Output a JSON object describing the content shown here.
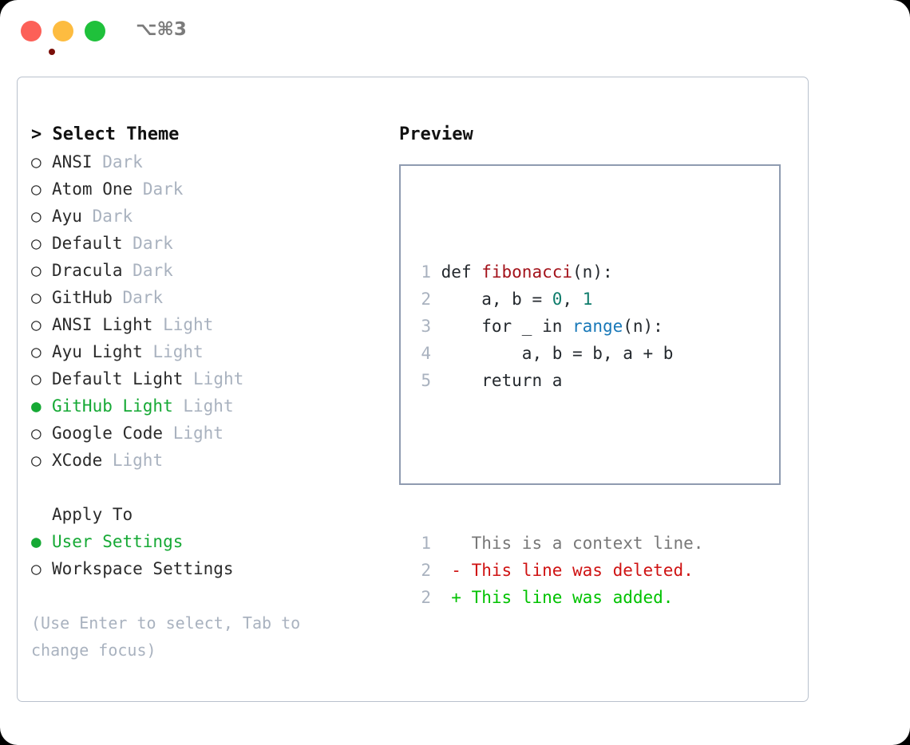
{
  "titlebar": {
    "shortcut": "⌥⌘3",
    "buttons": [
      "close",
      "minimize",
      "maximize"
    ]
  },
  "theme_panel": {
    "title": "> Select Theme",
    "items": [
      {
        "marker": "○",
        "label": "ANSI",
        "variant": "Dark",
        "selected": false
      },
      {
        "marker": "○",
        "label": "Atom One",
        "variant": "Dark",
        "selected": false
      },
      {
        "marker": "○",
        "label": "Ayu",
        "variant": "Dark",
        "selected": false
      },
      {
        "marker": "○",
        "label": "Default",
        "variant": "Dark",
        "selected": false
      },
      {
        "marker": "○",
        "label": "Dracula",
        "variant": "Dark",
        "selected": false
      },
      {
        "marker": "○",
        "label": "GitHub",
        "variant": "Dark",
        "selected": false
      },
      {
        "marker": "○",
        "label": "ANSI Light",
        "variant": "Light",
        "selected": false
      },
      {
        "marker": "○",
        "label": "Ayu Light",
        "variant": "Light",
        "selected": false
      },
      {
        "marker": "○",
        "label": "Default Light",
        "variant": "Light",
        "selected": false
      },
      {
        "marker": "●",
        "label": "GitHub Light",
        "variant": "Light",
        "selected": true
      },
      {
        "marker": "○",
        "label": "Google Code",
        "variant": "Light",
        "selected": false
      },
      {
        "marker": "○",
        "label": "XCode",
        "variant": "Light",
        "selected": false
      }
    ]
  },
  "apply_to": {
    "title": "Apply To",
    "items": [
      {
        "marker": "●",
        "label": "User Settings",
        "selected": true
      },
      {
        "marker": "○",
        "label": "Workspace Settings",
        "selected": false
      }
    ]
  },
  "hint": "(Use Enter to select, Tab to change focus)",
  "preview": {
    "title": "Preview",
    "code_lines": [
      {
        "n": "1",
        "tokens": [
          {
            "t": "def ",
            "c": "plain"
          },
          {
            "t": "fibonacci",
            "c": "func"
          },
          {
            "t": "(n):",
            "c": "plain"
          }
        ]
      },
      {
        "n": "2",
        "tokens": [
          {
            "t": "    a, b = ",
            "c": "plain"
          },
          {
            "t": "0",
            "c": "num"
          },
          {
            "t": ", ",
            "c": "plain"
          },
          {
            "t": "1",
            "c": "num"
          }
        ]
      },
      {
        "n": "3",
        "tokens": [
          {
            "t": "    for _ in ",
            "c": "plain"
          },
          {
            "t": "range",
            "c": "builtin"
          },
          {
            "t": "(n):",
            "c": "plain"
          }
        ]
      },
      {
        "n": "4",
        "tokens": [
          {
            "t": "        a, b = b, a + b",
            "c": "plain"
          }
        ]
      },
      {
        "n": "5",
        "tokens": [
          {
            "t": "    return a",
            "c": "plain"
          }
        ]
      }
    ],
    "diff_lines": [
      {
        "n": "1",
        "sign": "  ",
        "text": "This is a context line.",
        "kind": "ctx"
      },
      {
        "n": "2",
        "sign": "- ",
        "text": "This line was deleted.",
        "kind": "del"
      },
      {
        "n": "2",
        "sign": "+ ",
        "text": "This line was added.",
        "kind": "add"
      }
    ]
  },
  "colors": {
    "accent_green": "#16a935",
    "diff_add": "#00c200",
    "diff_del": "#cf1313",
    "muted": "#a9b2bf",
    "func_red": "#a3121a",
    "number_teal": "#0e7c6b",
    "builtin_blue": "#1878b8"
  }
}
